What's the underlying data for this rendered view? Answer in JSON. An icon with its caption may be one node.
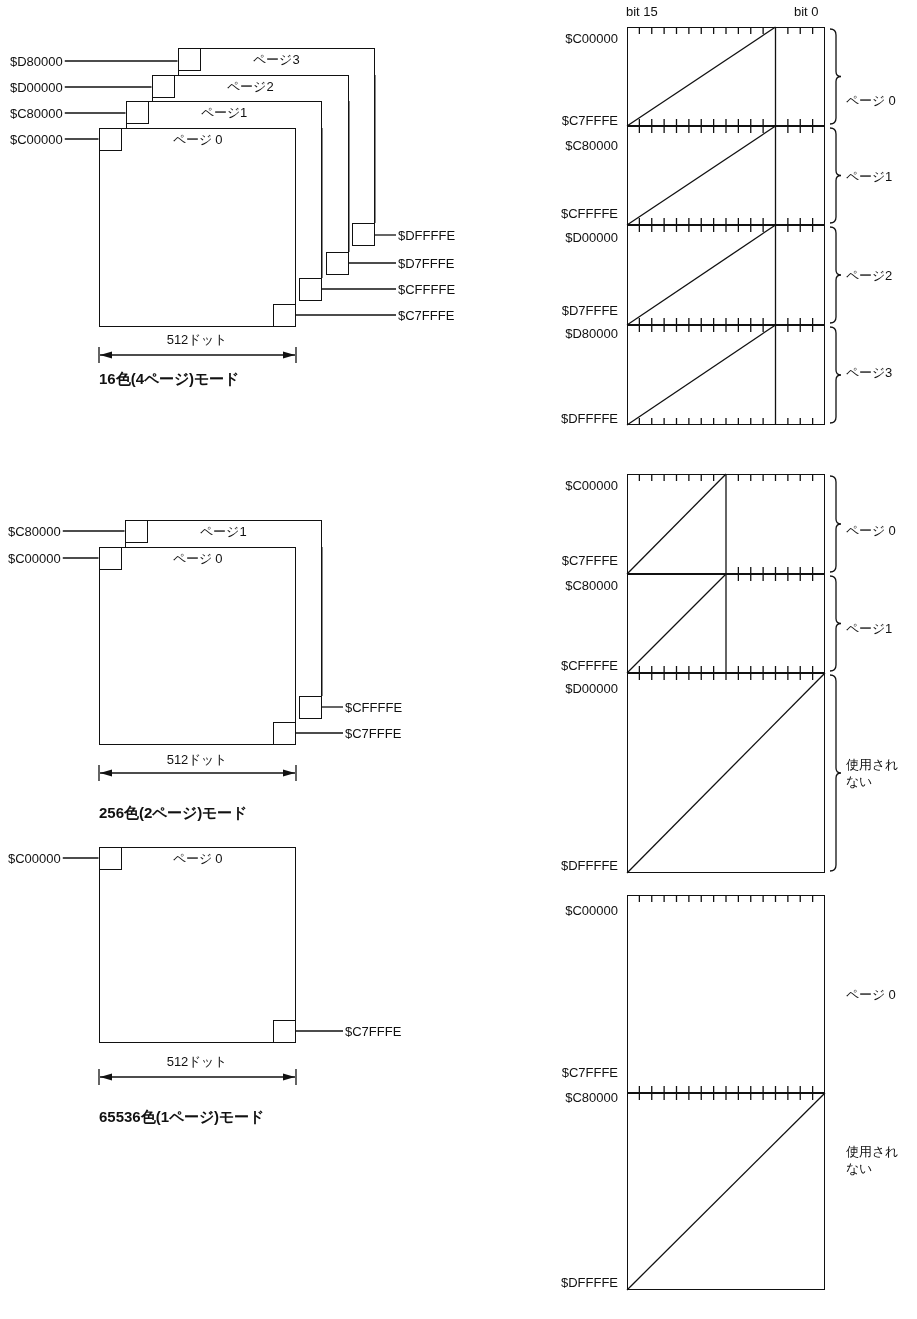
{
  "diagram": {
    "nodes": [
      {
        "text": [
          "ページ3"
        ]
      },
      {
        "text": [],
        "shape": "box",
        "in": 0
      },
      {
        "text": [],
        "shape": "box"
      },
      {
        "text": [
          "ページ2"
        ]
      },
      {
        "text": [],
        "shape": "box",
        "in": 3
      },
      {
        "text": [],
        "shape": "box"
      },
      {
        "text": [
          "ページ1"
        ]
      },
      {
        "text": [],
        "shape": "box",
        "in": 6
      },
      {
        "text": [],
        "shape": "box"
      },
      {
        "text": [
          "ページ 0"
        ]
      },
      {
        "text": [],
        "shape": "box",
        "in": 9
      },
      {
        "text": [],
        "shape": "box",
        "in": 9
      },
      {
        "text": [
          "$D80000"
        ]
      },
      {
        "text": [
          "$D00000"
        ]
      },
      {
        "text": [
          "$C80000"
        ]
      },
      {
        "text": [
          "$C00000"
        ]
      },
      {
        "text": [
          "$DFFFFE"
        ]
      },
      {
        "text": [
          "$D7FFFE"
        ]
      },
      {
        "text": [
          "$CFFFFE"
        ]
      },
      {
        "text": [
          "$C7FFFE"
        ]
      },
      {
        "text": [
          "ページ1"
        ]
      },
      {
        "text": [],
        "shape": "box",
        "in": 20
      },
      {
        "text": [],
        "shape": "box"
      },
      {
        "text": [
          "ページ 0"
        ]
      },
      {
        "text": [],
        "shape": "box",
        "in": 23
      },
      {
        "text": [],
        "shape": "box",
        "in": 23
      },
      {
        "text": [
          "$C80000"
        ]
      },
      {
        "text": [
          "$C00000"
        ]
      },
      {
        "text": [
          "$CFFFFE"
        ]
      },
      {
        "text": [
          "$C7FFFE"
        ]
      },
      {
        "text": [
          "ページ 0"
        ]
      },
      {
        "text": [],
        "shape": "box",
        "in": 30
      },
      {
        "text": [],
        "shape": "box",
        "in": 30
      },
      {
        "text": [
          "$C00000"
        ]
      },
      {
        "text": [
          "$C7FFFE"
        ]
      },
      {
        "text": [],
        "shape": "box",
        "beside": [
          "$C00000",
          "$C7FFFE",
          "ページ 0"
        ]
      },
      {
        "text": [],
        "shape": "box",
        "beside": [
          "$C80000",
          "$CFFFFE",
          "ページ1"
        ]
      },
      {
        "text": [],
        "shape": "box",
        "beside": [
          "$D00000",
          "$D7FFFE",
          "ページ2"
        ]
      },
      {
        "text": [],
        "shape": "box",
        "beside": [
          "$D80000",
          "$DFFFFE",
          "ページ3"
        ]
      },
      {
        "text": [],
        "shape": "box",
        "beside": [
          "$C00000",
          "$C7FFFE",
          "ページ 0"
        ]
      },
      {
        "text": [],
        "shape": "box",
        "beside": [
          "$C80000",
          "$CFFFFE",
          "ページ1"
        ]
      },
      {
        "text": [],
        "shape": "box",
        "beside": [
          "$D00000",
          "$DFFFFE",
          "使用されない"
        ]
      },
      {
        "text": [],
        "shape": "box",
        "beside": [
          "$C00000",
          "$C7FFFE",
          "ページ 0"
        ]
      },
      {
        "text": [],
        "shape": "box",
        "beside": [
          "$C80000",
          "$DFFFFE",
          "使用されない"
        ]
      }
    ],
    "edges": [
      {
        "from": 12,
        "to": 1,
        "arrow": "none"
      },
      {
        "from": 13,
        "to": 4,
        "arrow": "none"
      },
      {
        "from": 14,
        "to": 7,
        "arrow": "none"
      },
      {
        "from": 15,
        "to": 10,
        "arrow": "none"
      },
      {
        "from": 16,
        "to": 2,
        "arrow": "none"
      },
      {
        "from": 17,
        "to": 5,
        "arrow": "none"
      },
      {
        "from": 18,
        "to": 8,
        "arrow": "none"
      },
      {
        "from": 19,
        "to": 11,
        "arrow": "none"
      },
      {
        "from": 26,
        "to": 21,
        "arrow": "none"
      },
      {
        "from": 27,
        "to": 24,
        "arrow": "none"
      },
      {
        "from": 28,
        "to": 22,
        "arrow": "none"
      },
      {
        "from": 29,
        "to": 25,
        "arrow": "none"
      },
      {
        "from": 33,
        "to": 31,
        "arrow": "none"
      },
      {
        "from": 34,
        "to": 32,
        "arrow": "none"
      }
    ],
    "labels": [
      "bit 15",
      "bit 0",
      "512ドット",
      "16色(4ページ)モード",
      "512ドット",
      "256色(2ページ)モード",
      "512ドット",
      "65536色(1ページ)モード"
    ]
  }
}
